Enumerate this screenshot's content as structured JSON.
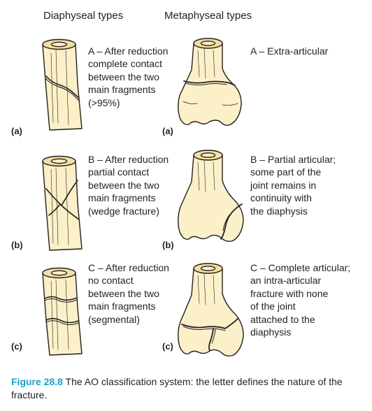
{
  "headers": {
    "diaphyseal": "Diaphyseal types",
    "metaphyseal": "Metaphyseal types"
  },
  "rows": [
    {
      "left_label": "(a)",
      "mid_label": "(a)",
      "diaphyseal_text": "A – After reduction\ncomplete contact\nbetween the two\nmain fragments\n(>95%)",
      "metaphyseal_text": "A – Extra-articular"
    },
    {
      "left_label": "(b)",
      "mid_label": "(b)",
      "diaphyseal_text": "B – After reduction\npartial contact\nbetween the two\nmain fragments\n(wedge fracture)",
      "metaphyseal_text": "B – Partial articular;\nsome part of the\njoint remains in\ncontinuity with\nthe diaphysis"
    },
    {
      "left_label": "(c)",
      "mid_label": "(c)",
      "diaphyseal_text": "C – After reduction\nno contact\nbetween the two\nmain fragments\n(segmental)",
      "metaphyseal_text": "C – Complete articular;\nan intra-articular\nfracture with none\nof the joint\nattached to the\ndiaphysis"
    }
  ],
  "caption": {
    "label": "Figure 28.8",
    "text": " The AO classification system: the letter defines the nature of the fracture."
  },
  "colors": {
    "bone_fill": "#fbf0c8",
    "bone_end": "#f3e0a0",
    "outline": "#231f20",
    "caption_accent": "#1aa1c9"
  }
}
